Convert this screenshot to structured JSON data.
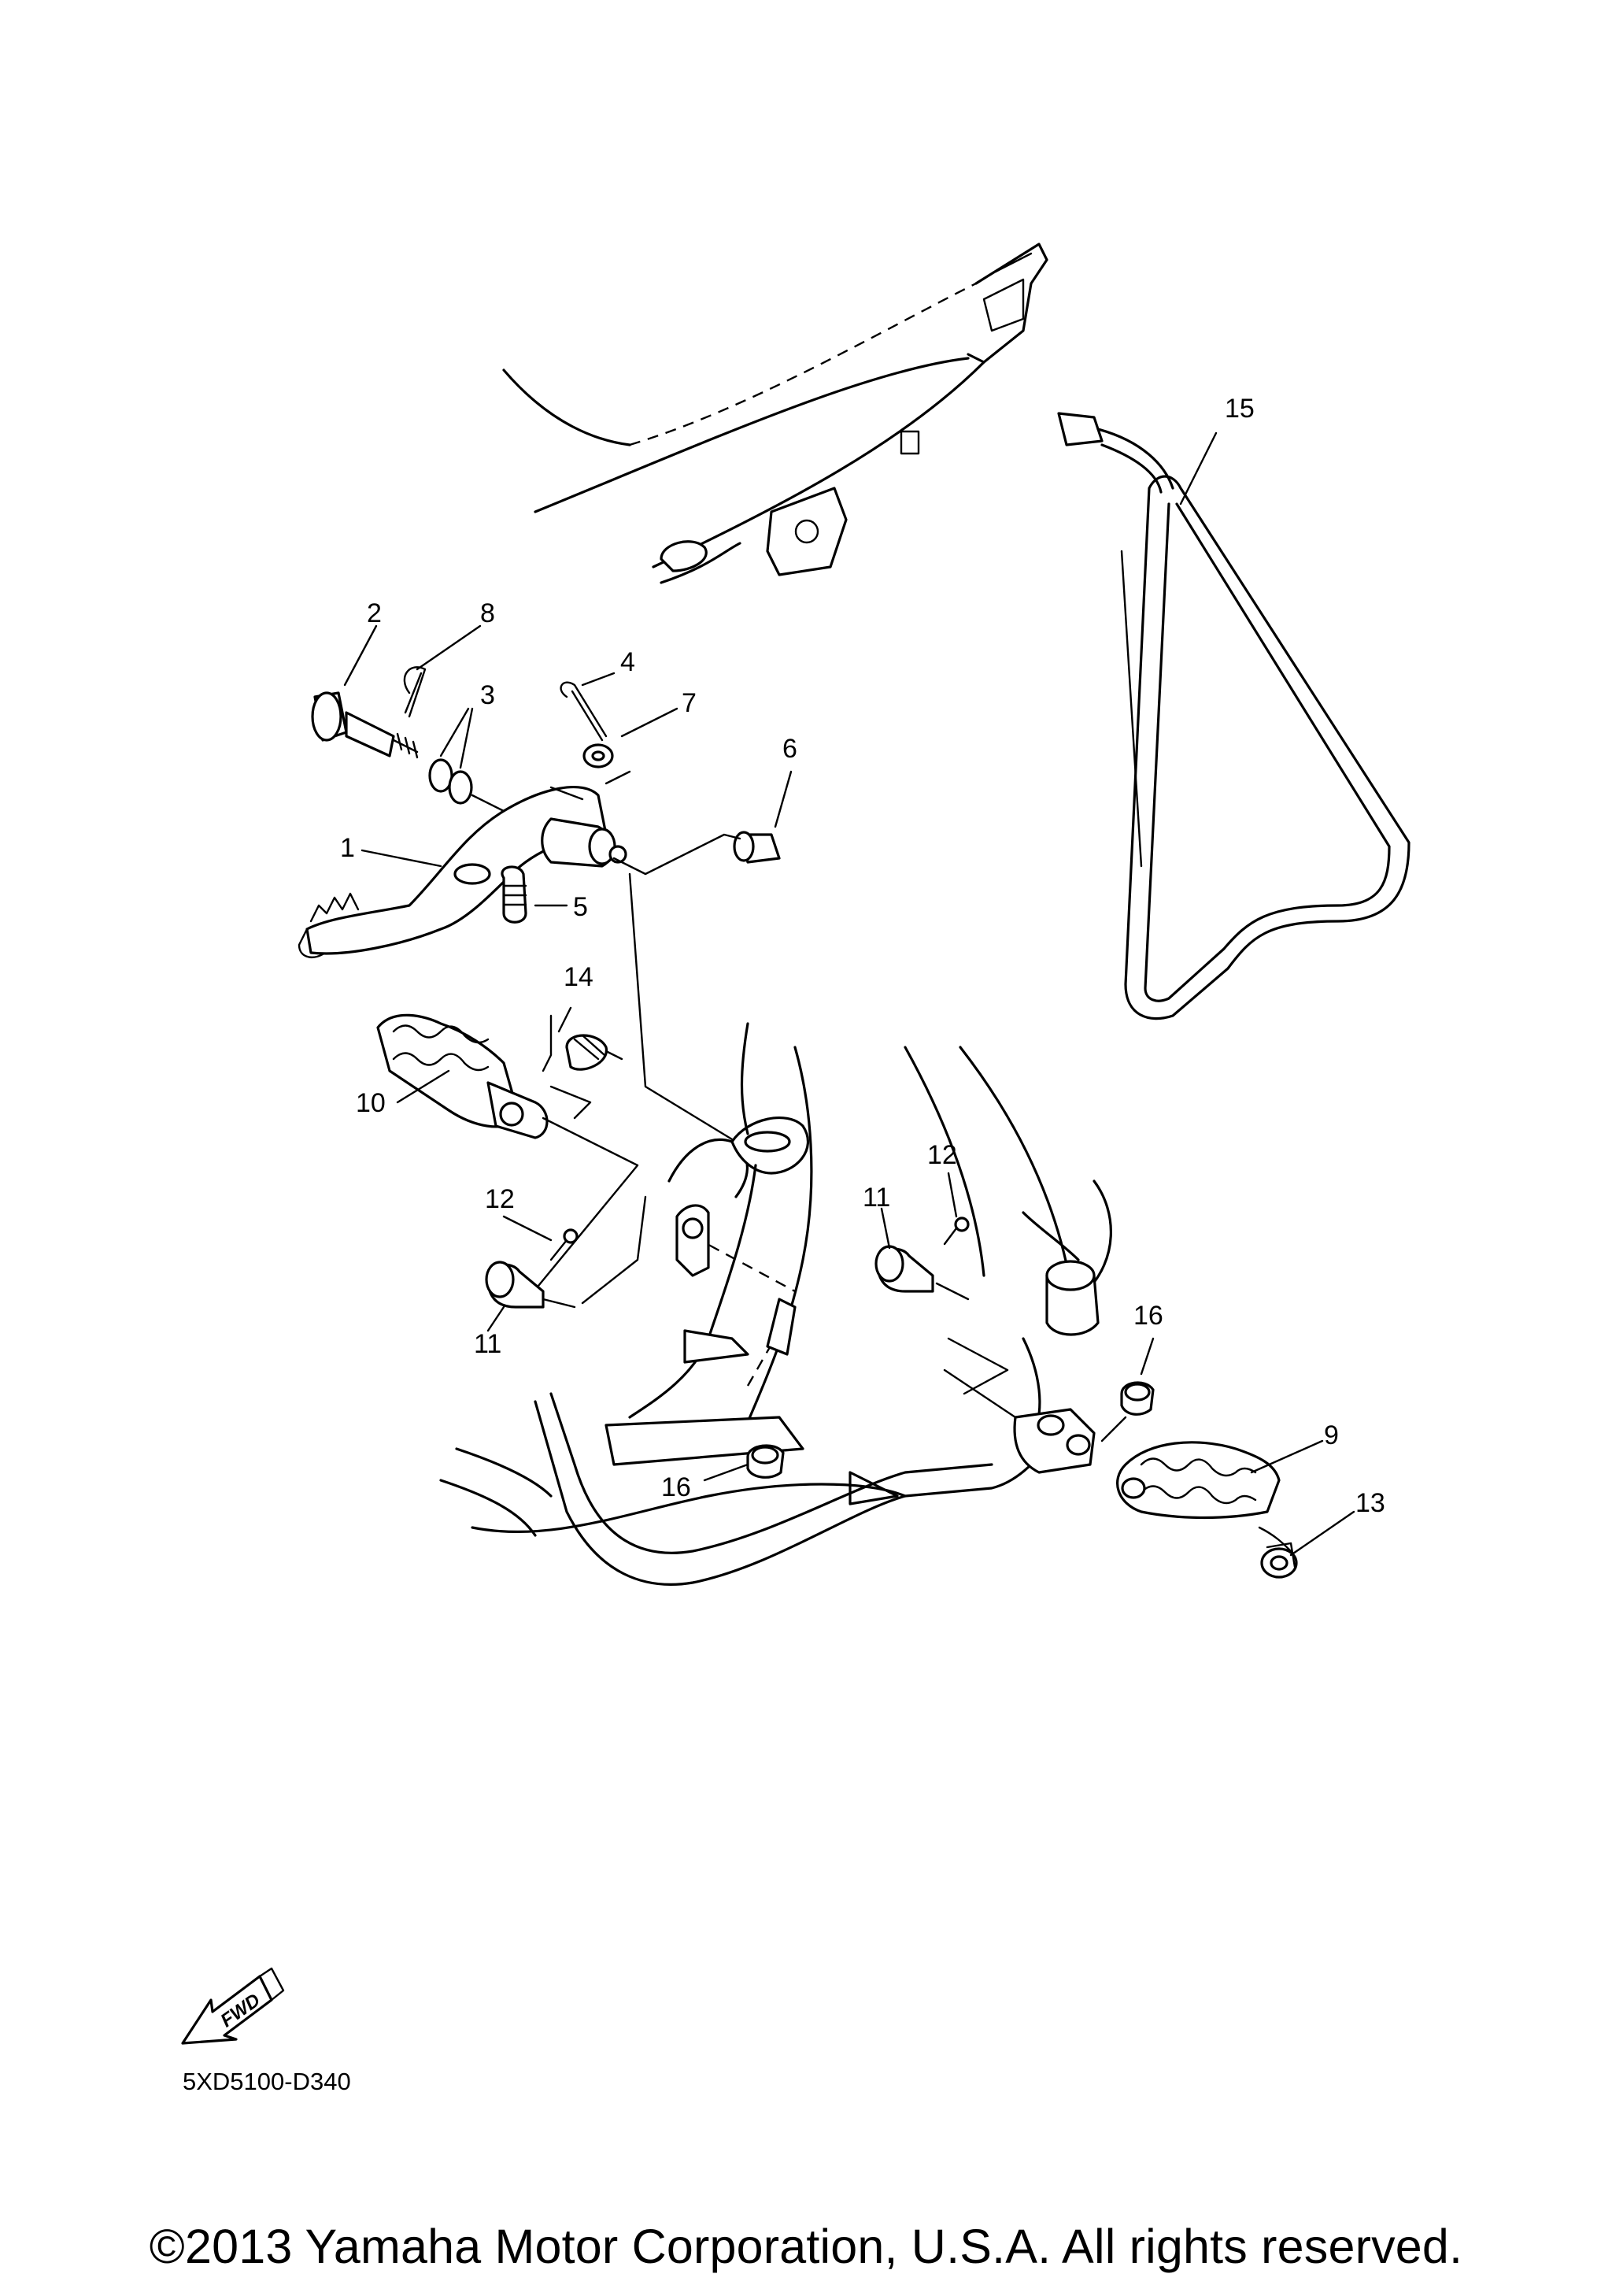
{
  "diagram": {
    "callouts": [
      "1",
      "2",
      "3",
      "4",
      "5",
      "6",
      "7",
      "8",
      "9",
      "10",
      "11",
      "11",
      "12",
      "12",
      "13",
      "14",
      "15",
      "16",
      "16"
    ],
    "fwd_label": "FWD",
    "diagram_code": "5XD5100-D340"
  },
  "footer": {
    "copyright": "©2013 Yamaha Motor Corporation, U.S.A. All rights reserved."
  }
}
